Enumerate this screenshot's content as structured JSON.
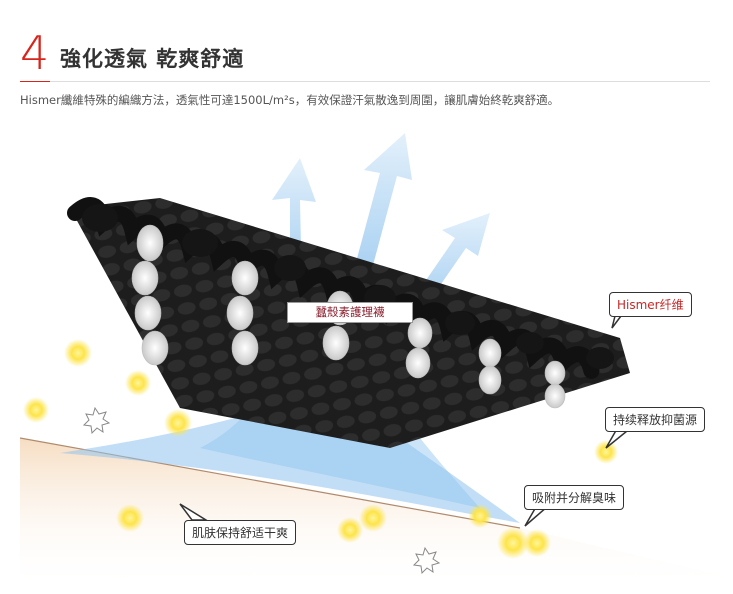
{
  "header": {
    "number": "4",
    "title": "強化透氣 乾爽舒適"
  },
  "subtitle": "Hismer纖維特殊的編織方法，透氣性可達1500L/m²s，有效保證汗氣散逸到周圍，讓肌膚始終乾爽舒適。",
  "illustration": {
    "product_label": "蠶殼素護理襪",
    "callouts": {
      "fiber": "Hismer纤维",
      "antibacterial": "持续释放抑菌源",
      "odor": "吸附并分解臭味",
      "skin": "肌肤保持舒适干爽"
    },
    "colors": {
      "accent_red": "#d9241c",
      "arrow_blue": "#8fc3ee",
      "skin": "#f3d9bd",
      "fiber_dark": "#1d1d1d",
      "fiber_light": "#f5f5f5",
      "particle_yellow": "#fde44a"
    }
  }
}
